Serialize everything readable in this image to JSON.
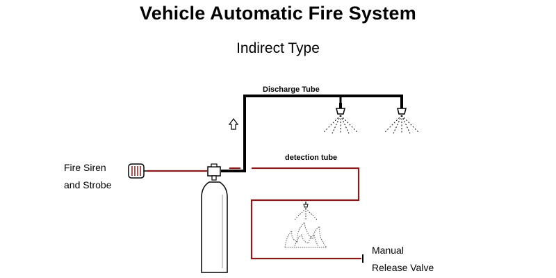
{
  "title": "Vehicle Automatic Fire System",
  "subtitle": "Indirect Type",
  "labels": {
    "fire_siren_line1": "Fire Siren",
    "fire_siren_line2": "and Strobe",
    "discharge_tube": "Discharge Tube",
    "detection_tube": "detection tube",
    "manual_line1": "Manual",
    "manual_line2": "Release Valve"
  },
  "colors": {
    "discharge_tube": "#000000",
    "detection_tube": "#8b1a1a",
    "siren": "#8b1a1a",
    "text": "#000000"
  },
  "icons": [
    "arrow-up-icon",
    "nozzle-icon",
    "spray-icon",
    "siren-strobe-icon",
    "cylinder-icon",
    "flame-icon"
  ]
}
